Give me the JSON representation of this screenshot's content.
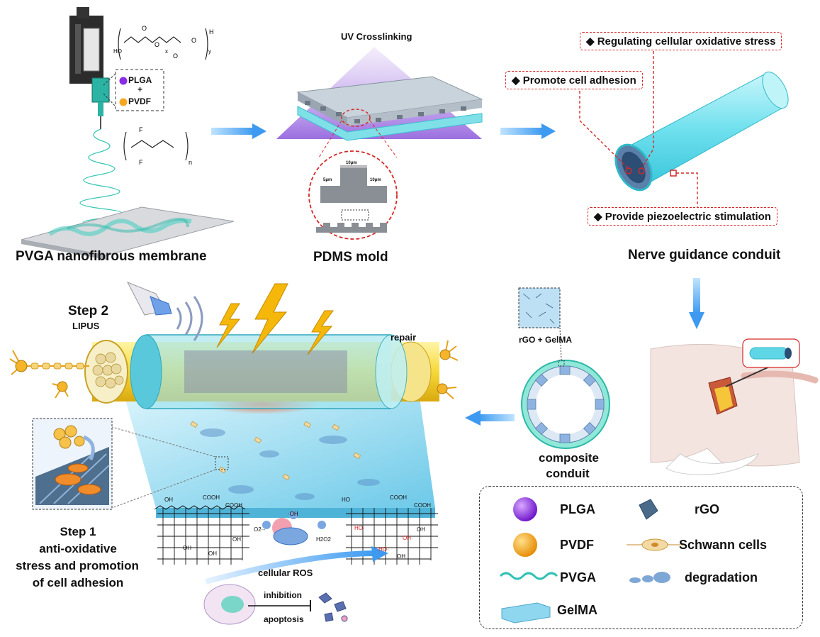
{
  "panels": {
    "membrane": {
      "title": "PVGA nanofibrous membrane",
      "blend_plga": "PLGA",
      "blend_plus": "+",
      "blend_pvdf": "PVDF"
    },
    "mold": {
      "title": "PDMS mold",
      "uv_label": "UV Crosslinking",
      "dim_top": "10μm",
      "dim_left": "5μm",
      "dim_right": "10μm"
    },
    "conduit": {
      "title": "Nerve guidance conduit",
      "callouts": [
        "◆ Regulating cellular oxidative stress",
        "◆ Promote cell adhesion",
        "◆ Provide piezoelectric stimulation"
      ]
    },
    "composite": {
      "title_line1": "composite",
      "title_line2": "conduit",
      "inset_label": "rGO + GelMA"
    },
    "step2": {
      "title": "Step 2",
      "subtitle": "LIPUS",
      "repair_label": "repair"
    },
    "step1": {
      "title": "Step 1",
      "line1": "anti-oxidative",
      "line2": "stress and promotion",
      "line3": "of cell adhesion"
    },
    "ros": {
      "arrow_label": "cellular ROS",
      "inhibition": "inhibition",
      "apoptosis": "apoptosis",
      "groups": [
        "OH",
        "COOH",
        "COOH",
        "OH",
        "OH",
        "OH",
        "HO",
        "COOH",
        "COOH",
        "OH",
        "OH",
        "H2O2",
        "O2·-",
        "·OH",
        "HO·",
        "HO·",
        "OH·"
      ]
    }
  },
  "legend": {
    "items": [
      {
        "label": "PLGA",
        "color": "#8b2be2"
      },
      {
        "label": "rGO",
        "color": "#3b5b7a"
      },
      {
        "label": "PVDF",
        "color": "#f5a623"
      },
      {
        "label": "Schwann cells",
        "color": "#f3d9a4"
      },
      {
        "label": "PVGA",
        "color": "#2fc1b4"
      },
      {
        "label": "degradation",
        "color": "#7fa7d6"
      },
      {
        "label": "GelMA",
        "color": "#8fd6ef"
      }
    ]
  }
}
